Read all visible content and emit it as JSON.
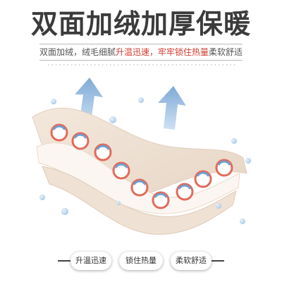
{
  "title": "双面加绒加厚保暖",
  "subtitle": {
    "part1": "双面加绒，绒毛细腻",
    "part2": "升温迅速，牢牢锁住热量",
    "part3": "柔软舒适"
  },
  "features": [
    {
      "label": "升温迅速"
    },
    {
      "label": "锁住热量"
    },
    {
      "label": "柔软舒适"
    }
  ],
  "colors": {
    "title": "#3b3b3b",
    "highlight": "#d23b2e",
    "fabric_outer": "#efe3d6",
    "fabric_inner": "#fbf5ef",
    "arrow": "#8fb6dc",
    "heat_circle": "#e36a5a",
    "cool_circle": "#6f9ed0"
  },
  "icons": [
    "up-arrow-icon",
    "heat-circle-icon",
    "bubble-icon"
  ]
}
